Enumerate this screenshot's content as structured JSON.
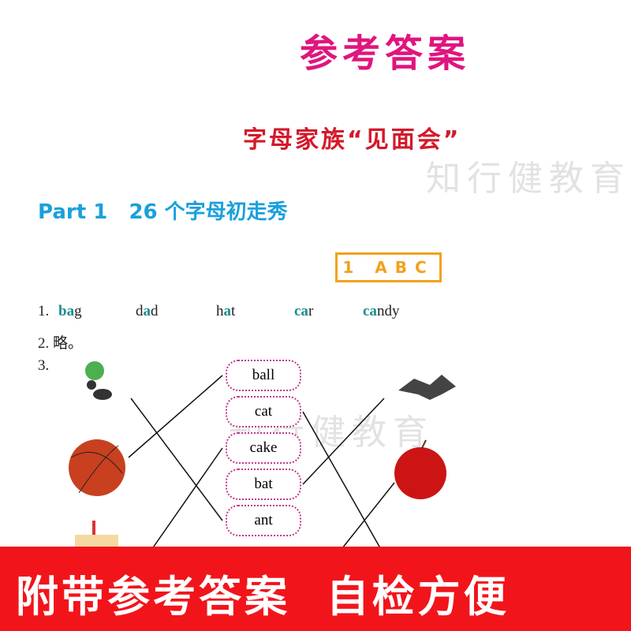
{
  "title": "参考答案",
  "subtitle": "字母家族“见面会”",
  "part_heading": "Part 1   26 个字母初走秀",
  "watermark": "知行健教育",
  "badge": "1 ABC",
  "q1": {
    "num": "1.",
    "words": [
      [
        "ba",
        "g"
      ],
      [
        "d",
        "a",
        "d"
      ],
      [
        "h",
        "a",
        "t"
      ],
      [
        "ca",
        "r"
      ],
      [
        "ca",
        "ndy"
      ]
    ]
  },
  "q2": {
    "num": "2.",
    "text": "略。"
  },
  "q3": {
    "num": "3.",
    "words": [
      "ball",
      "cat",
      "cake",
      "bat",
      "ant"
    ],
    "left_pictures": [
      "ant",
      "ball",
      "cake"
    ],
    "right_pictures": [
      "bat",
      "apple"
    ]
  },
  "banner": "附带参考答案  自检方便",
  "colors": {
    "title": "#e0157f",
    "subtitle": "#d4192a",
    "part": "#1aa0dc",
    "highlight": "#1b8e8a",
    "banner": "#f2141b"
  }
}
